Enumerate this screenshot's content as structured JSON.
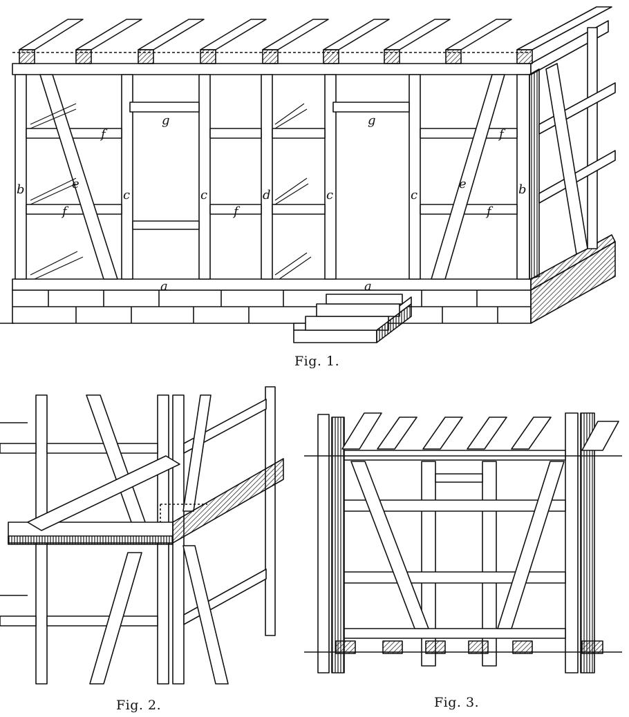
{
  "captions": {
    "fig1": "Fig. 1.",
    "fig2": "Fig. 2.",
    "fig3": "Fig. 3."
  },
  "fig1_labels": {
    "a": "a",
    "b": "b",
    "c": "c",
    "d": "d",
    "e": "e",
    "f": "f",
    "g": "g"
  },
  "colors": {
    "ink": "#111111",
    "paper": "#ffffff"
  }
}
